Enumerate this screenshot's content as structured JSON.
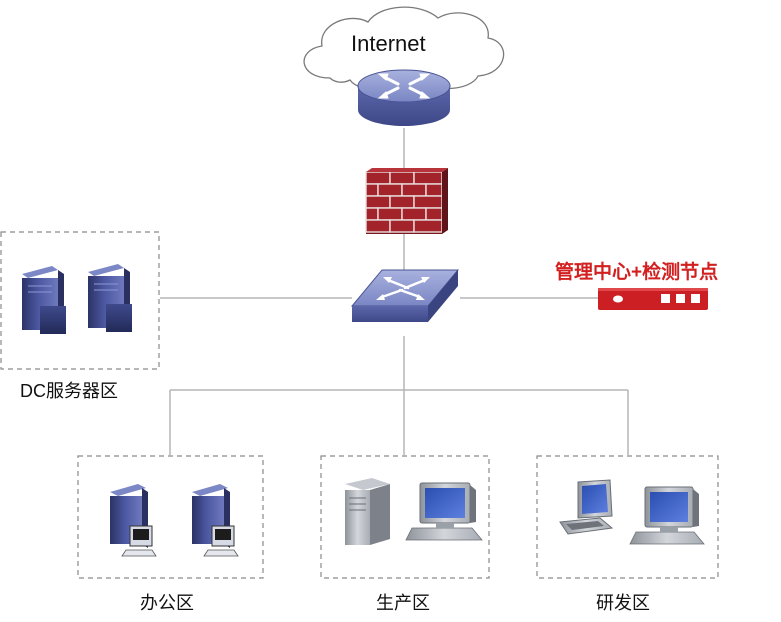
{
  "internet": {
    "label": "Internet"
  },
  "zones": {
    "dc": {
      "label": "DC服务器区"
    },
    "office": {
      "label": "办公区"
    },
    "production": {
      "label": "生产区"
    },
    "rnd": {
      "label": "研发区"
    }
  },
  "management": {
    "label": "管理中心+检测节点"
  },
  "colors": {
    "device_blue": "#5a66a8",
    "firewall_red": "#a3232a",
    "management_red": "#d21f1f",
    "link_gray": "#b5b5b5",
    "zone_border": "#8a8a8a"
  },
  "icons": {
    "router": "router-icon",
    "firewall": "firewall-icon",
    "switch": "switch-icon",
    "server": "server-icon",
    "desktop": "desktop-icon",
    "laptop": "laptop-icon",
    "appliance": "detection-appliance-icon"
  }
}
